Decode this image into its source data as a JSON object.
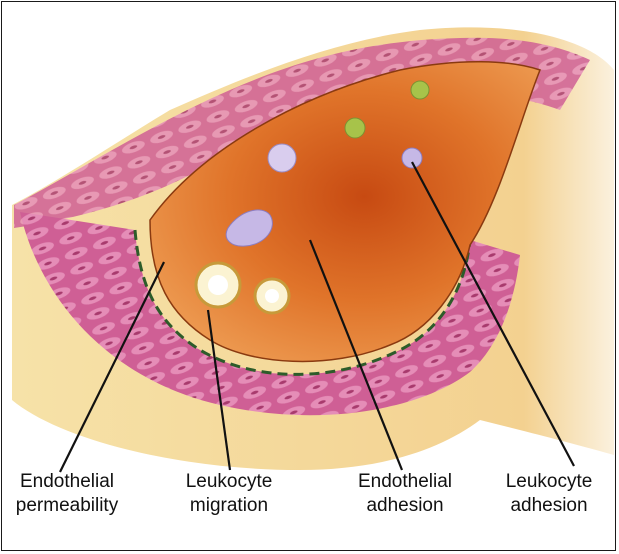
{
  "labels": [
    {
      "id": "endothelial-permeability",
      "line1": "Endothelial",
      "line2": "permeability"
    },
    {
      "id": "leukocyte-migration",
      "line1": "Leukocyte",
      "line2": "migration"
    },
    {
      "id": "endothelial-adhesion",
      "line1": "Endothelial",
      "line2": "adhesion"
    },
    {
      "id": "leukocyte-adhesion",
      "line1": "Leukocyte",
      "line2": "adhesion"
    }
  ],
  "colors": {
    "adventitia": "#f2dca0",
    "media": "#c9578f",
    "media_cell": "#e07aa8",
    "lumen": "#d9641f",
    "lumen_dark": "#b8420f",
    "leukocyte": "#c6b8e6",
    "leukocyte_green": "#a7c34a",
    "pointer": "#111111"
  }
}
